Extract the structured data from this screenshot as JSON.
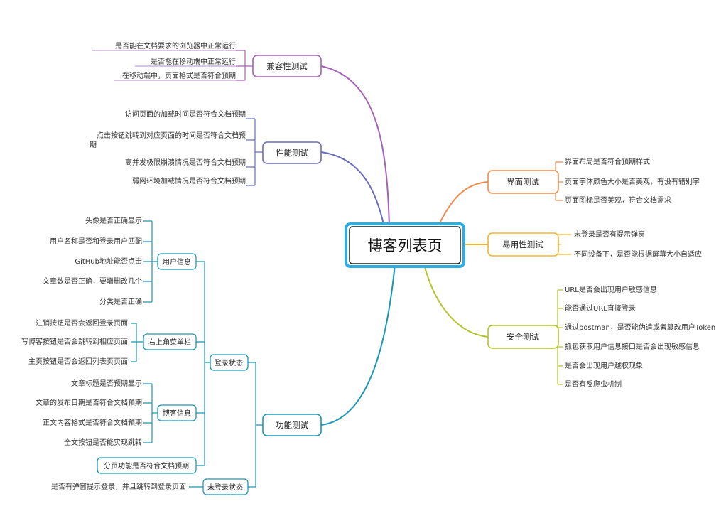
{
  "root": {
    "label": "博客列表页"
  },
  "colors": {
    "compat": "#a462b8",
    "perf": "#6a6cbc",
    "ui": "#f08a4b",
    "usability": "#f2b62e",
    "security": "#b3c42c",
    "function": "#1a97b5",
    "root_border": "#2aaee4"
  },
  "branches": {
    "compat": {
      "label": "兼容性测试",
      "leaves": [
        "是否能在文档要求的浏览器中正常运行",
        "是否能在移动端中正常运行",
        "在移动端中，页面格式是否符合预期"
      ]
    },
    "perf": {
      "label": "性能测试",
      "leaves": [
        "访问页面的加载时间是否符合文档预期",
        "点击按钮跳转到对应页面的时间是否符合文档预",
        "期",
        "高并发极限崩溃情况是否符合文档预期",
        "弱网环境加载情况是否符合文档预期"
      ]
    },
    "ui": {
      "label": "界面测试",
      "leaves": [
        "界面布局是否符合预期样式",
        "页面字体颜色大小是否美观，有没有错别字",
        "页面图标是否美观，符合文档需求"
      ]
    },
    "usability": {
      "label": "易用性测试",
      "leaves": [
        "未登录是否有提示弹窗",
        "不同设备下，是否能根据屏幕大小自适应"
      ]
    },
    "security": {
      "label": "安全测试",
      "leaves": [
        "URL是否会出现用户敏感信息",
        "能否通过URL直接登录",
        "通过postman，是否能伪造或者篡改用户Token",
        "抓包获取用户信息接口是否会出现敏感信息",
        "是否会出现用户越权现象",
        "是否有反爬虫机制"
      ]
    },
    "function": {
      "label": "功能测试",
      "logged_in": {
        "label": "登录状态",
        "user_info": {
          "label": "用户信息",
          "leaves": [
            "头像是否正确显示",
            "用户名称是否和登录用户匹配",
            "GitHub地址能否点击",
            "文章数是否正确，要增删改几个",
            "分类是否正确"
          ]
        },
        "top_menu": {
          "label": "右上角菜单栏",
          "leaves": [
            "注销按钮是否会返回登录页面",
            "写博客按钮是否会跳转到相应页面",
            "主页按钮是否会返回列表页页面"
          ]
        },
        "blog_info": {
          "label": "博客信息",
          "leaves": [
            "文章标题是否预期显示",
            "文章的发布日期是否符合文档预期",
            "正文内容格式是否符合文档预期",
            "全文按钮是否能实现跳转"
          ]
        },
        "pagination": {
          "label": "分页功能是否符合文档预期"
        }
      },
      "logged_out": {
        "label": "未登录状态",
        "leaves": [
          "是否有弹窗提示登录，并且跳转到登录页面"
        ]
      }
    }
  }
}
